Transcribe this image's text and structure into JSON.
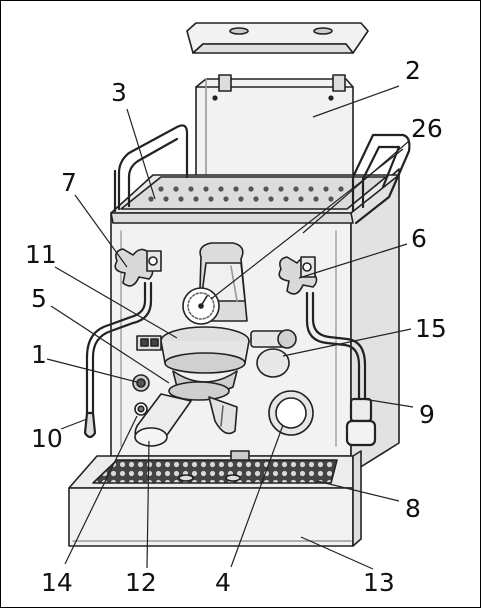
{
  "callouts": [
    {
      "id": "2",
      "label": "2"
    },
    {
      "id": "3",
      "label": "3"
    },
    {
      "id": "26",
      "label": "26"
    },
    {
      "id": "7",
      "label": "7"
    },
    {
      "id": "6",
      "label": "6"
    },
    {
      "id": "11",
      "label": "11"
    },
    {
      "id": "5",
      "label": "5"
    },
    {
      "id": "15",
      "label": "15"
    },
    {
      "id": "1",
      "label": "1"
    },
    {
      "id": "9",
      "label": "9"
    },
    {
      "id": "10",
      "label": "10"
    },
    {
      "id": "8",
      "label": "8"
    },
    {
      "id": "14",
      "label": "14"
    },
    {
      "id": "12",
      "label": "12"
    },
    {
      "id": "4",
      "label": "4"
    },
    {
      "id": "13",
      "label": "13"
    }
  ],
  "colors": {
    "outline": "#222222",
    "body_fill": "#f2f2f2",
    "panel_fill": "#e6e6e6",
    "dark_fill": "#bdbdbd",
    "grate_fill": "#555555"
  }
}
